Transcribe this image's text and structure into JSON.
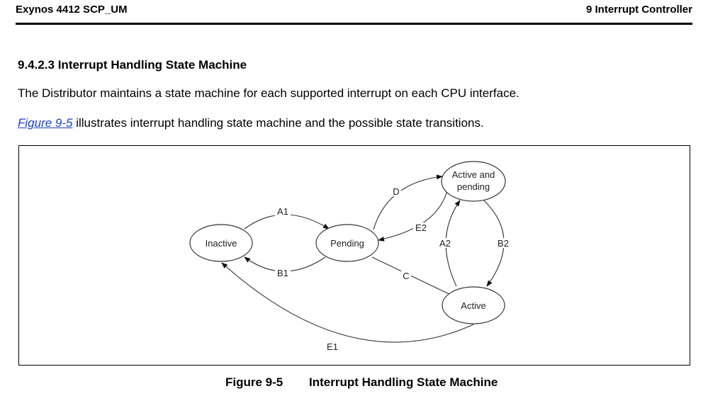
{
  "header": {
    "left": "Exynos 4412 SCP_UM",
    "right": "9 Interrupt Controller"
  },
  "section": {
    "title": "9.4.2.3 Interrupt Handling State Machine",
    "paragraph1": "The Distributor maintains a state machine for each supported interrupt on each CPU interface.",
    "paragraph2_link": "Figure 9-5",
    "paragraph2_rest": " illustrates interrupt handling state machine and the possible state transitions."
  },
  "diagram": {
    "states": {
      "inactive": "Inactive",
      "pending": "Pending",
      "active_pending_line1": "Active and",
      "active_pending_line2": "pending",
      "active": "Active"
    },
    "transitions": {
      "a1": "A1",
      "b1": "B1",
      "c": "C",
      "d": "D",
      "e2": "E2",
      "a2": "A2",
      "b2": "B2",
      "e1": "E1"
    }
  },
  "caption": {
    "number": "Figure 9-5",
    "title": "Interrupt Handling State Machine"
  }
}
